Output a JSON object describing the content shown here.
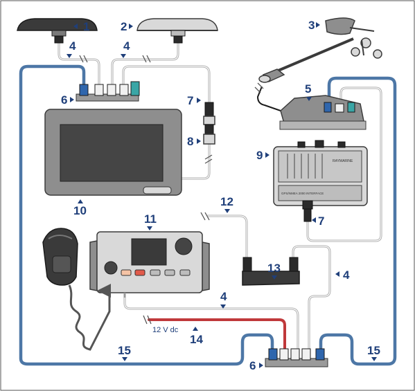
{
  "callouts": {
    "c1": "1",
    "c2": "2",
    "c3": "3",
    "c4a": "4",
    "c4b": "4",
    "c4c": "4",
    "c4d": "4",
    "c5": "5",
    "c6a": "6",
    "c6b": "6",
    "c7a": "7",
    "c7b": "7",
    "c8": "8",
    "c9": "9",
    "c10": "10",
    "c11": "11",
    "c12": "12",
    "c13": "13",
    "c14": "14",
    "c15a": "15",
    "c15b": "15"
  },
  "labels": {
    "power": "12 V dc",
    "instrument_brand": "RAYMARINE",
    "module_text": "GPS/NMEA 2000 INTERFACE"
  },
  "colors": {
    "navy": "#1f3f7a",
    "backbone_blue": "#4d77a6",
    "power_red": "#c0393b"
  }
}
